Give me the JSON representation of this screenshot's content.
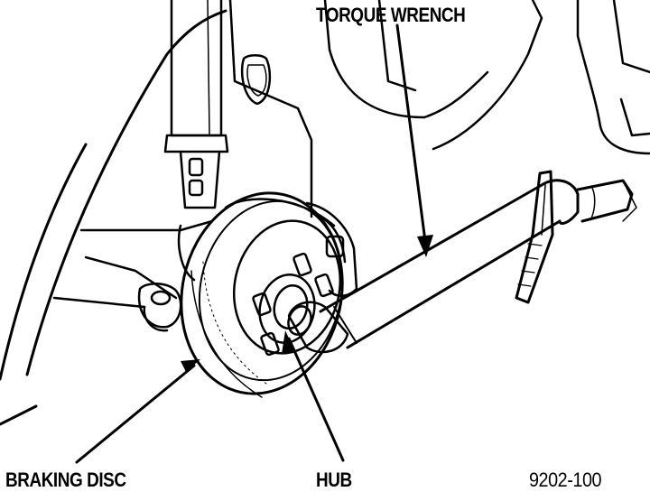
{
  "labels": {
    "torque_wrench": "TORQUE WRENCH",
    "braking_disc": "BRAKING DISC",
    "hub": "HUB",
    "figure_number": "9202-100"
  },
  "colors": {
    "ink": "#000000",
    "paper": "#ffffff"
  }
}
